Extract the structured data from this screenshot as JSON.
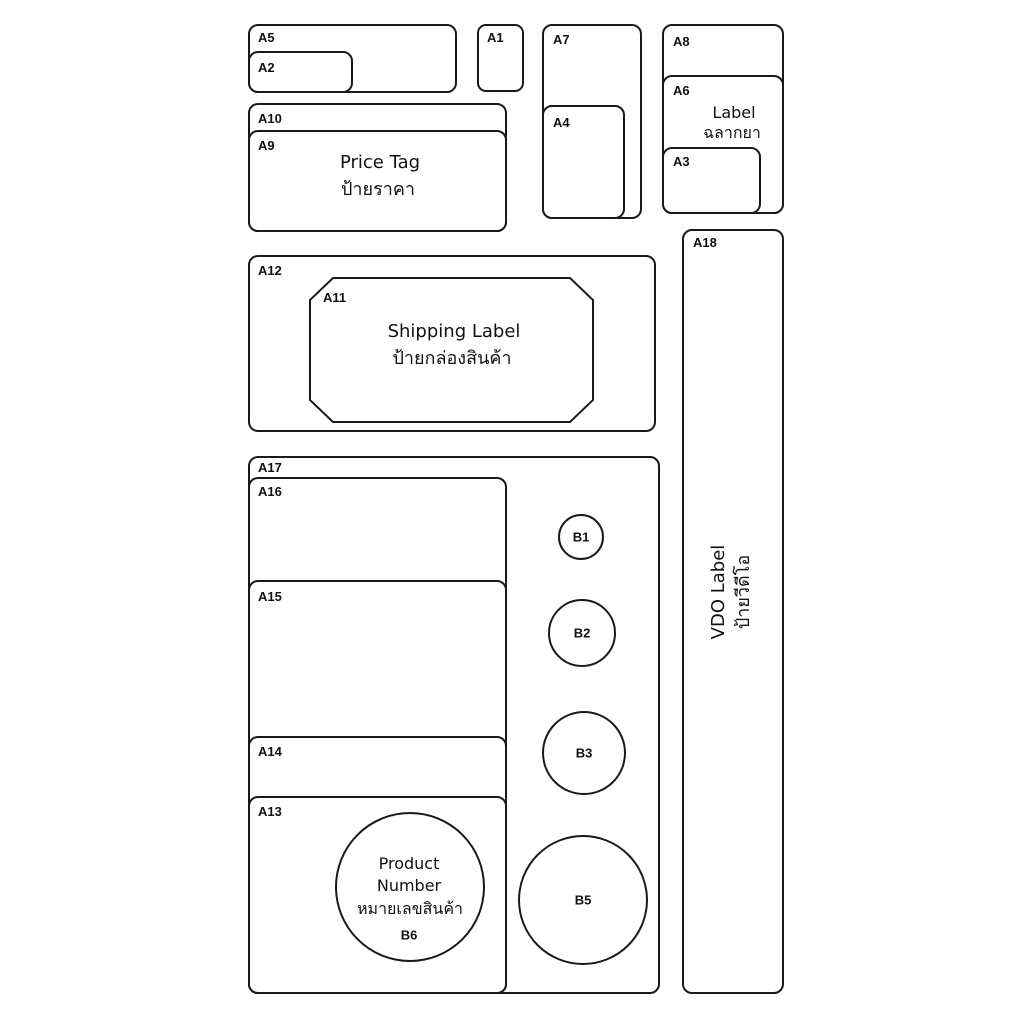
{
  "labels": {
    "A1": "A1",
    "A2": "A2",
    "A3": "A3",
    "A4": "A4",
    "A5": "A5",
    "A6": "A6",
    "A7": "A7",
    "A8": "A8",
    "A9": "A9",
    "A10": "A10",
    "A11": "A11",
    "A12": "A12",
    "A13": "A13",
    "A14": "A14",
    "A15": "A15",
    "A16": "A16",
    "A17": "A17",
    "A18": "A18",
    "B1": "B1",
    "B2": "B2",
    "B3": "B3",
    "B5": "B5",
    "B6": "B6"
  },
  "captions": {
    "label_en": "Label",
    "label_th": "ฉลากยา",
    "price_tag_en": "Price Tag",
    "price_tag_th": "ป้ายราคา",
    "shipping_label_en": "Shipping Label",
    "shipping_label_th": "ป้ายกล่องสินค้า",
    "vdo_label_en": "VDO Label",
    "vdo_label_th": "ป้ายวีดีโอ",
    "product_number_line1": "Product",
    "product_number_line2": "Number",
    "product_number_th": "หมายเลขสินค้า"
  },
  "colors": {
    "stroke": "#1a1a1a",
    "background": "#ffffff",
    "text": "#111111"
  }
}
